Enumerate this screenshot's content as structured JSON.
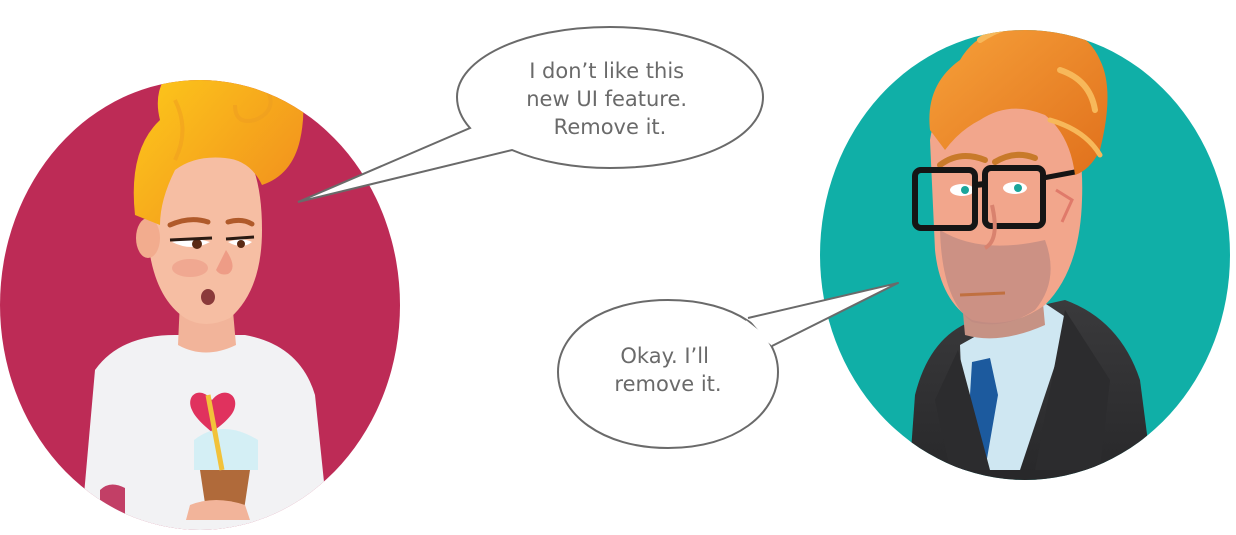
{
  "scene": {
    "colors": {
      "left_circle": "#bd2b56",
      "right_circle": "#10afa7",
      "bubble_fill": "#ffffff",
      "bubble_stroke": "#6a6a6a",
      "text": "#6a6a6a"
    },
    "user_bubble": {
      "lines": [
        "I don’t like this",
        "new UI feature.",
        "Remove it."
      ]
    },
    "developer_bubble": {
      "lines": [
        "Okay. I’ll",
        "remove it."
      ]
    }
  }
}
